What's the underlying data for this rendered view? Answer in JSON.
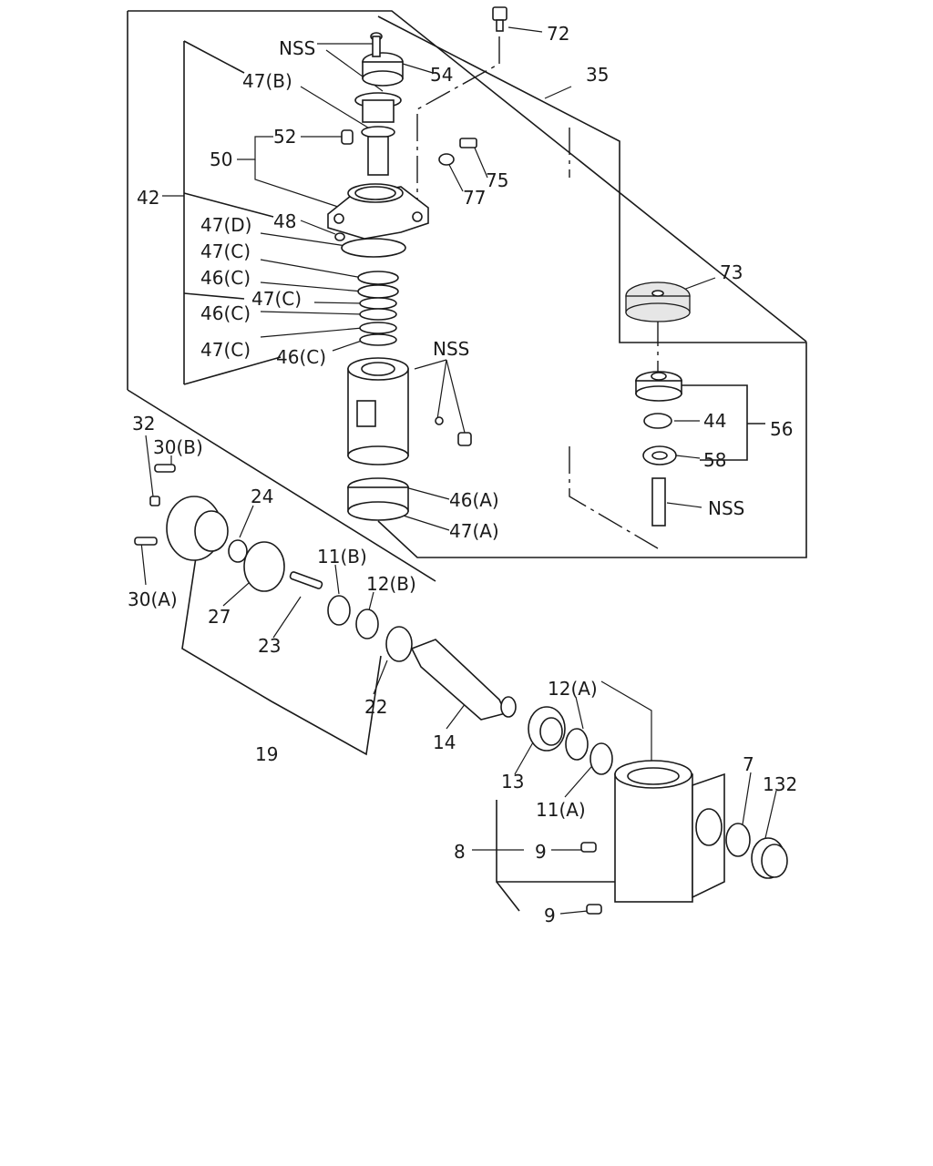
{
  "labels": {
    "l72": "72",
    "l35": "35",
    "lnss1": "NSS",
    "l54": "54",
    "l47b": "47(B)",
    "l52": "52",
    "l50": "50",
    "l77": "77",
    "l75": "75",
    "l42": "42",
    "l48": "48",
    "l47d": "47(D)",
    "l47c1": "47(C)",
    "l46c1": "46(C)",
    "l47c2": "47(C)",
    "l46c2": "46(C)",
    "l47c3": "47(C)",
    "l46c3": "46(C)",
    "lnss2": "NSS",
    "l73": "73",
    "l44": "44",
    "l56": "56",
    "l58": "58",
    "lnss3": "NSS",
    "l46a": "46(A)",
    "l47a": "47(A)",
    "l32": "32",
    "l30b": "30(B)",
    "l24": "24",
    "l30a": "30(A)",
    "l27": "27",
    "l23": "23",
    "l11b": "11(B)",
    "l12b": "12(B)",
    "l22": "22",
    "l19": "19",
    "l14": "14",
    "l12a": "12(A)",
    "l13": "13",
    "l11a": "11(A)",
    "l7": "7",
    "l132": "132",
    "l8": "8",
    "l9a": "9",
    "l9b": "9"
  }
}
